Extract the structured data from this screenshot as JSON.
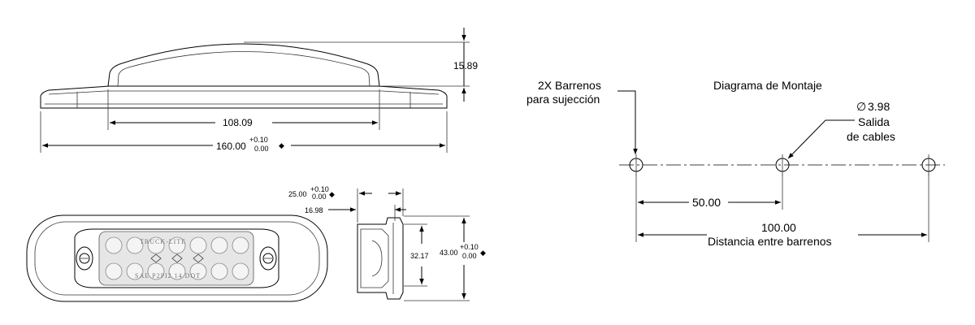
{
  "side_view": {
    "height_dim": "15.89",
    "inner_width_dim": "108.09",
    "total_width_dim": "160.00",
    "total_width_tol_plus": "+0.10",
    "total_width_tol_minus": "0.00",
    "diamond": "◆"
  },
  "end_view": {
    "width_dim": "25.00",
    "width_tol_plus": "+0.10",
    "width_tol_minus": "0.00",
    "depth_dim": "16.98",
    "inner_height_dim": "32.17",
    "total_height_dim": "43.00",
    "total_height_tol_plus": "+0.10",
    "total_height_tol_minus": "0.00",
    "diamond": "◆"
  },
  "front_view": {
    "brand_text": "TRUCK-LITE",
    "marking_text": "SAE P2PI2 14 DOT"
  },
  "mounting": {
    "title": "Diagrama de Montaje",
    "holes_label_line1": "2X Barrenos",
    "holes_label_line2": "para sujección",
    "diameter_symbol": "∅",
    "diameter_value": "3.98",
    "cable_label_line1": "Salida",
    "cable_label_line2": "de cables",
    "half_spacing": "50.00",
    "full_spacing": "100.00",
    "spacing_caption": "Distancia entre barrenos"
  }
}
